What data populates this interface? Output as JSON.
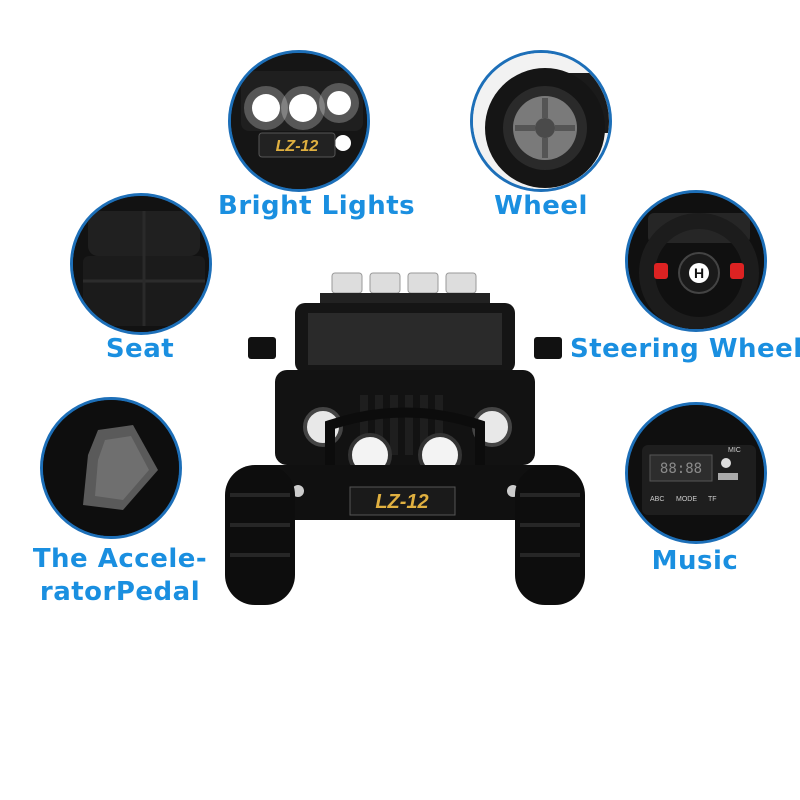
{
  "features": {
    "bright_lights": {
      "label": "Bright Lights",
      "badge": "LZ-12"
    },
    "wheel": {
      "label": "Wheel"
    },
    "seat": {
      "label": "Seat"
    },
    "steering_wheel": {
      "label": "Steering Wheel"
    },
    "accelerator_pedal": {
      "label_line1": "The Accele-",
      "label_line2": "ratorPedal"
    },
    "music": {
      "label": "Music",
      "panel_buttons": [
        "ABC",
        "MODE",
        "TF",
        "MIC"
      ]
    }
  },
  "car": {
    "plate": "LZ-12"
  },
  "colors": {
    "label_blue": "#1a8fe0",
    "circle_border": "#1d6fb8",
    "plate_gold": "#e0b040"
  }
}
